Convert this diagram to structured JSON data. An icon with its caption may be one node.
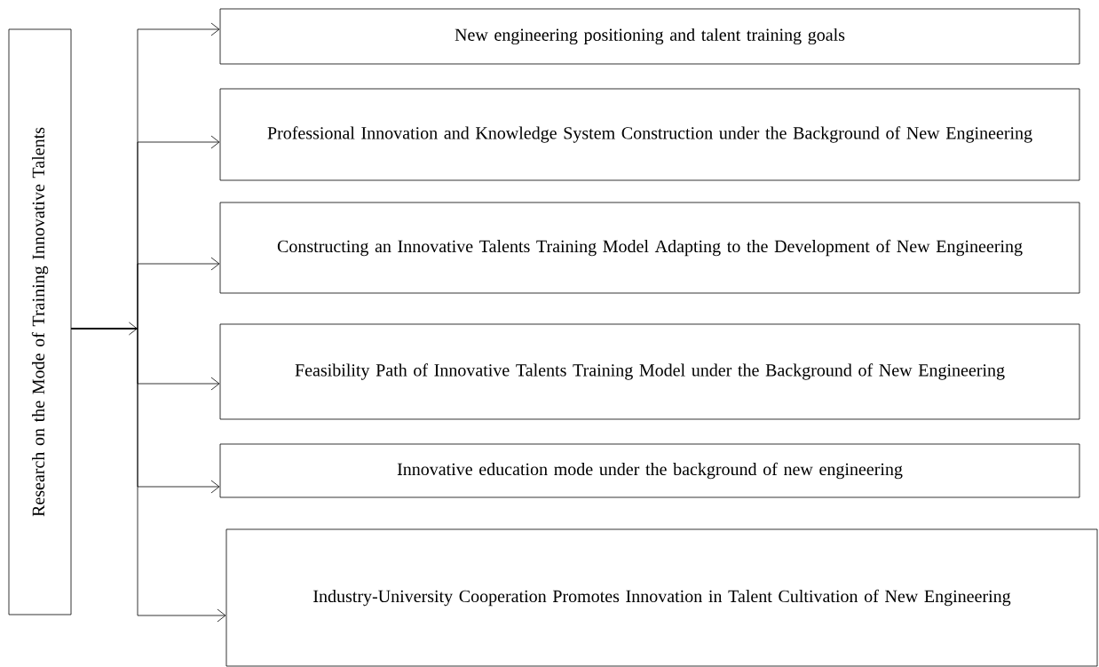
{
  "diagram": {
    "nodes": [
      {
        "text": [
          "Research on the Mode of Training Innovative Talents"
        ]
      },
      {
        "text": [
          "New engineering positioning and talent training goals"
        ]
      },
      {
        "text": [
          "Professional Innovation and Knowledge System Construction under the Background of New Engineering"
        ]
      },
      {
        "text": [
          "Constructing an Innovative Talents Training Model Adapting to the Development of New Engineering"
        ]
      },
      {
        "text": [
          "Feasibility Path of Innovative Talents Training Model under the Background of New Engineering"
        ]
      },
      {
        "text": [
          "Innovative education mode under the background of new engineering"
        ]
      },
      {
        "text": [
          "Industry-University Cooperation Promotes Innovation in Talent Cultivation of New Engineering"
        ]
      }
    ],
    "edges": [
      {
        "from": 0,
        "to": 1,
        "arrow": "to"
      },
      {
        "from": 0,
        "to": 2,
        "arrow": "to"
      },
      {
        "from": 0,
        "to": 3,
        "arrow": "to"
      },
      {
        "from": 0,
        "to": 4,
        "arrow": "to"
      },
      {
        "from": 0,
        "to": 5,
        "arrow": "to"
      },
      {
        "from": 0,
        "to": 6,
        "arrow": "to"
      }
    ]
  }
}
